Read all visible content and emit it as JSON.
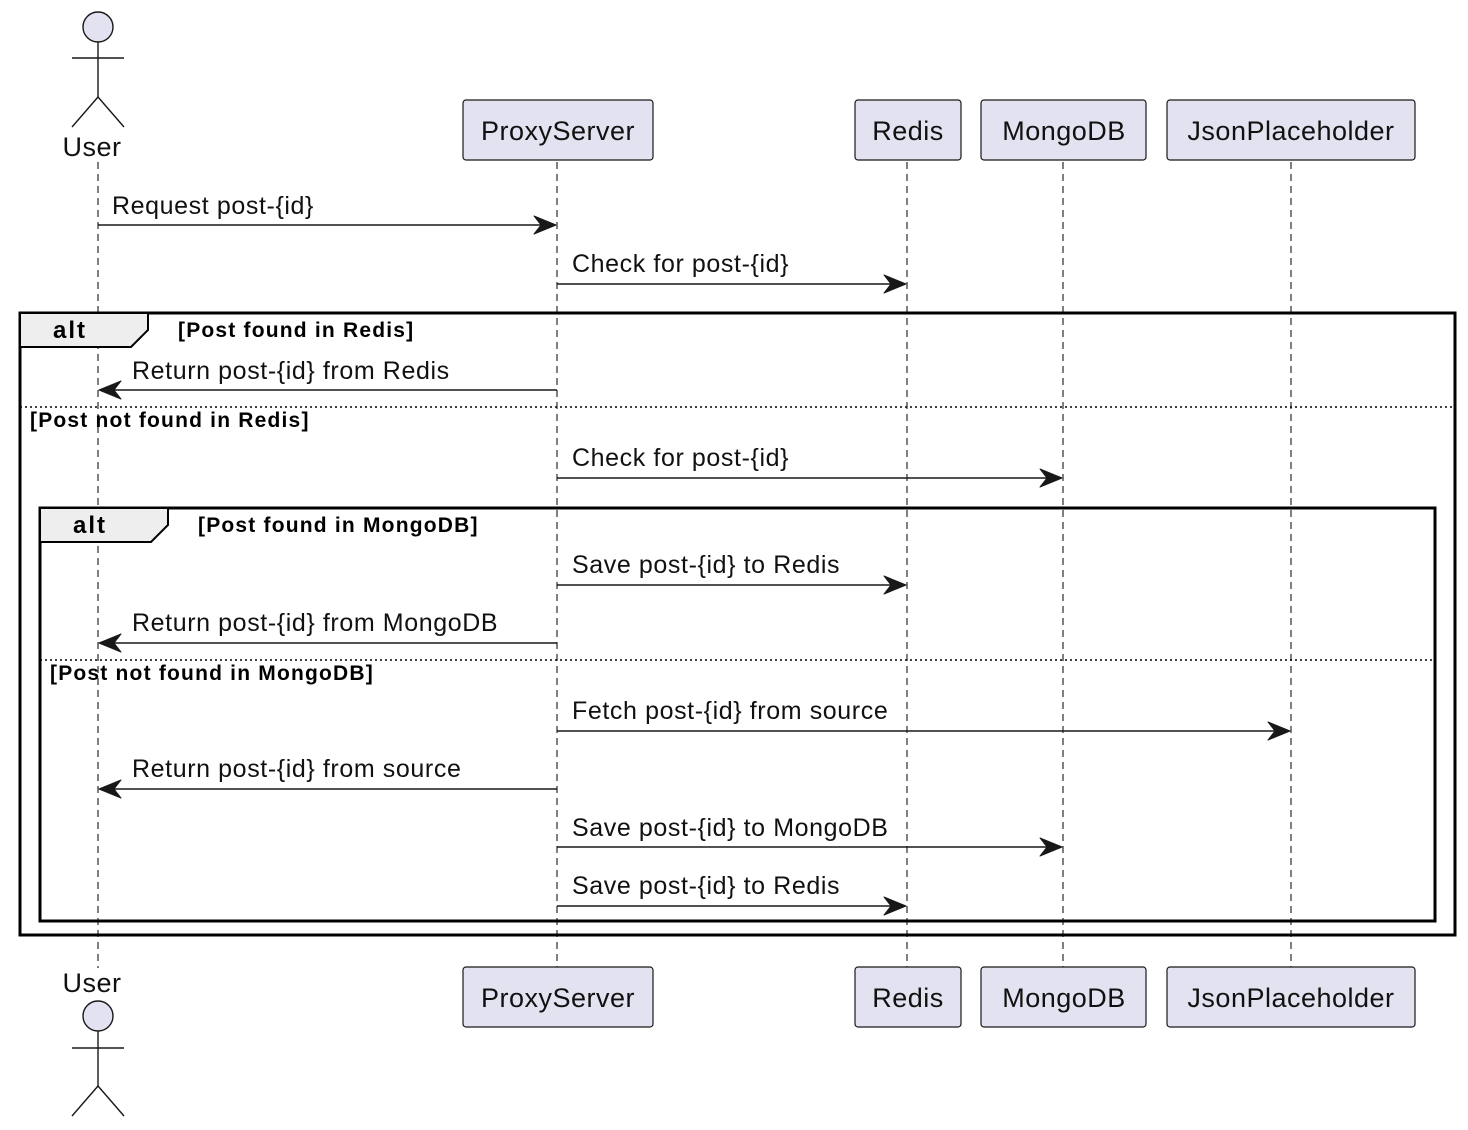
{
  "participants": {
    "user": {
      "label": "User",
      "type": "actor"
    },
    "proxy": {
      "label": "ProxyServer"
    },
    "redis": {
      "label": "Redis"
    },
    "mongo": {
      "label": "MongoDB"
    },
    "json": {
      "label": "JsonPlaceholder"
    }
  },
  "messages": [
    {
      "from": "user",
      "to": "proxy",
      "label": "Request post-{id}"
    },
    {
      "from": "proxy",
      "to": "redis",
      "label": "Check for post-{id}"
    },
    {
      "from": "proxy",
      "to": "user",
      "label": "Return post-{id} from Redis"
    },
    {
      "from": "proxy",
      "to": "mongo",
      "label": "Check for post-{id}"
    },
    {
      "from": "proxy",
      "to": "redis",
      "label": "Save post-{id} to Redis"
    },
    {
      "from": "proxy",
      "to": "user",
      "label": "Return post-{id} from MongoDB"
    },
    {
      "from": "proxy",
      "to": "json",
      "label": "Fetch post-{id} from source"
    },
    {
      "from": "proxy",
      "to": "user",
      "label": "Return post-{id} from source"
    },
    {
      "from": "proxy",
      "to": "mongo",
      "label": "Save post-{id} to MongoDB"
    },
    {
      "from": "proxy",
      "to": "redis",
      "label": "Save post-{id} to Redis"
    }
  ],
  "fragments": {
    "outer": {
      "keyword": "alt",
      "guard": "[Post found in Redis]",
      "else_guard": "[Post not found in Redis]"
    },
    "inner": {
      "keyword": "alt",
      "guard": "[Post found in MongoDB]",
      "else_guard": "[Post not found in MongoDB]"
    }
  }
}
